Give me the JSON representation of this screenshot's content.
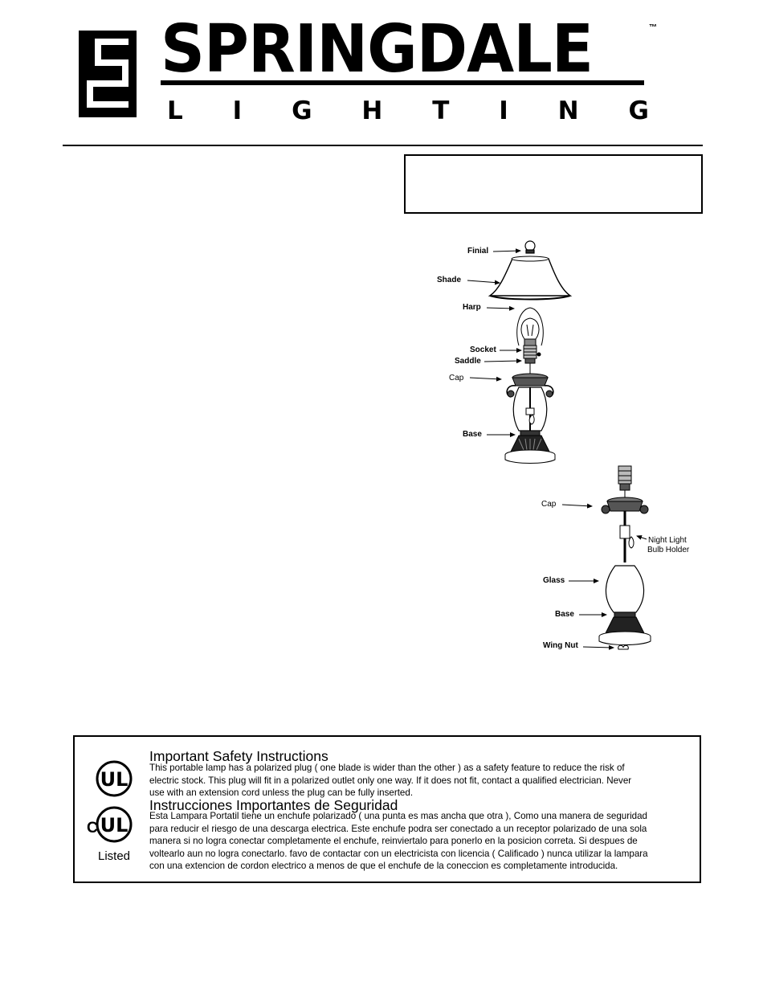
{
  "brand": {
    "name": "SPRINGDALE",
    "tm": "™",
    "subtitle_letters": [
      "L",
      "I",
      "G",
      "H",
      "T",
      "I",
      "N",
      "G"
    ]
  },
  "diagram_top": {
    "labels": {
      "finial": "Finial",
      "shade": "Shade",
      "harp": "Harp",
      "socket": "Socket",
      "saddle": "Saddle",
      "cap": "Cap",
      "base": "Base"
    }
  },
  "diagram_bottom": {
    "labels": {
      "cap": "Cap",
      "night_light_1": "Night Light",
      "night_light_2": "Bulb Holder",
      "glass": "Glass",
      "base": "Base",
      "wing_nut": "Wing Nut"
    }
  },
  "safety": {
    "ul_mark": "UL",
    "c_mark": "C",
    "listed": "Listed",
    "en_heading": "Important Safety Instructions",
    "en_lines": [
      "This portable lamp has a polarized plug ( one blade is wider than the other ) as a safety feature to reduce the risk of",
      "electric stock. This plug will fit in a polarized outlet only one way. If it does not fit, contact a qualified electrician. Never",
      "use with an extension cord unless the plug can be fully inserted."
    ],
    "es_heading": "Instrucciones Importantes de Seguridad",
    "es_lines": [
      "Esta Lampara Portatil tiene un enchufe polarizado ( una punta es mas ancha que otra ), Como una manera de seguridad",
      "para reducir el riesgo de una descarga electrica. Este enchufe podra ser conectado a un receptor polarizado de una sola",
      "manera si no logra conectar completamente el enchufe, reinviertalo para ponerlo en la posicion correta. Si despues de",
      "voltearlo aun no logra conectarlo. favo de contactar con un electricista con licencia ( Calificado ) nunca utilizar la lampara",
      "con una extencion de cordon electrico a menos de que el enchufe de la coneccion es completamente introducida."
    ]
  }
}
